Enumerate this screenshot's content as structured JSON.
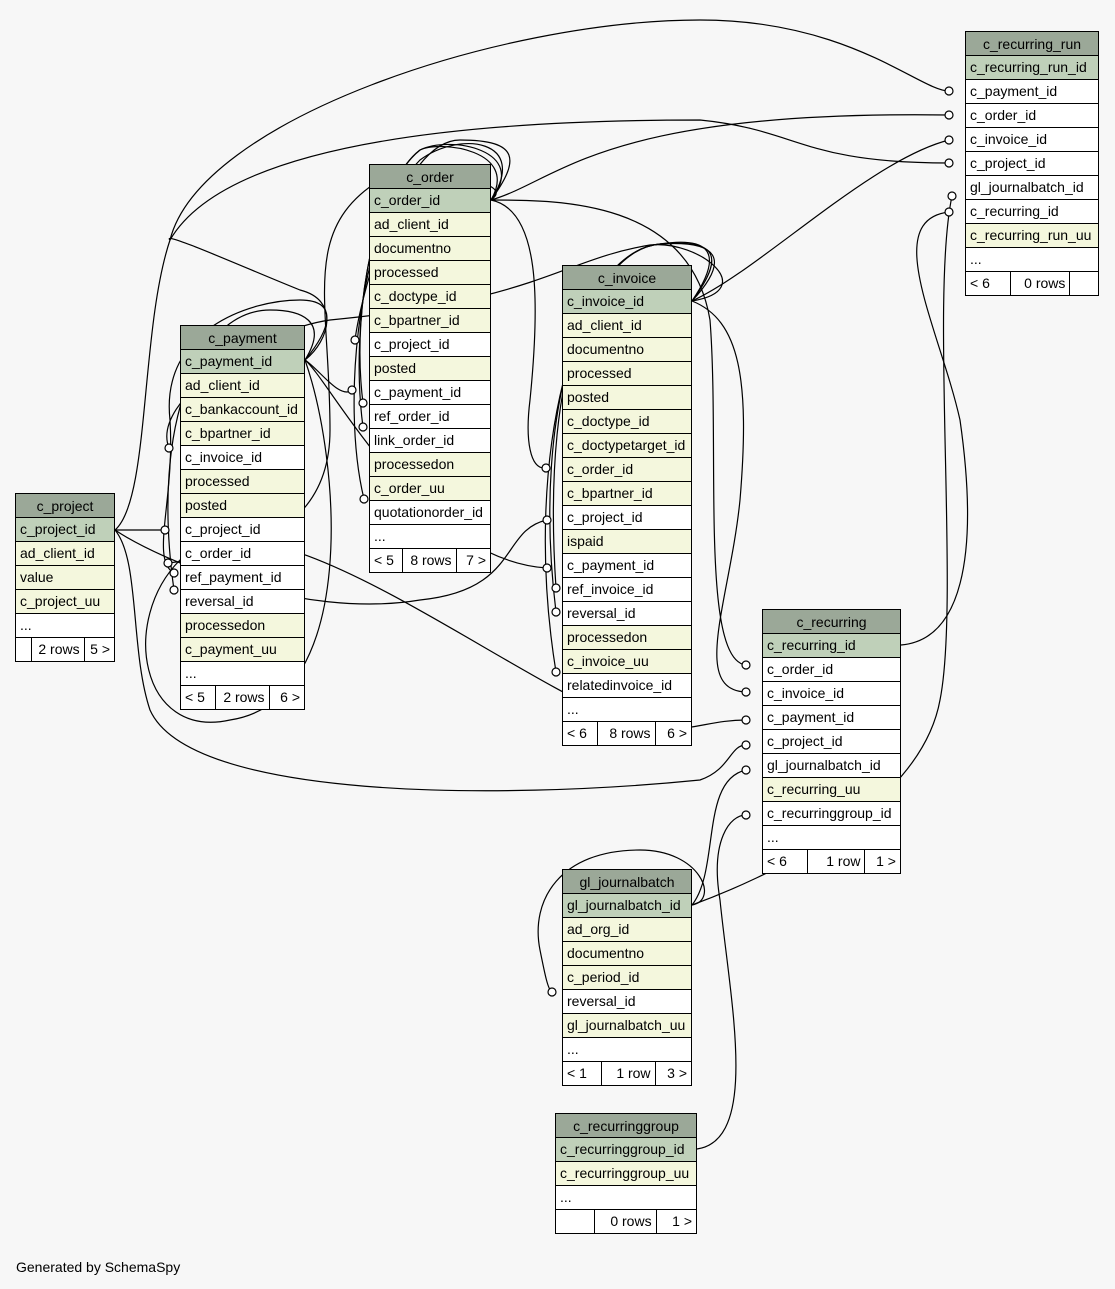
{
  "generator_label": "Generated by SchemaSpy",
  "tables": {
    "c_recurring_run": {
      "name": "c_recurring_run",
      "columns": [
        {
          "name": "c_recurring_run_id",
          "kind": "pk"
        },
        {
          "name": "c_payment_id",
          "kind": "fk"
        },
        {
          "name": "c_order_id",
          "kind": "fk"
        },
        {
          "name": "c_invoice_id",
          "kind": "fk"
        },
        {
          "name": "c_project_id",
          "kind": "fk"
        },
        {
          "name": "gl_journalbatch_id",
          "kind": "fk"
        },
        {
          "name": "c_recurring_id",
          "kind": "fk"
        },
        {
          "name": "c_recurring_run_uu",
          "kind": "attr"
        },
        {
          "name": "...",
          "kind": "more"
        }
      ],
      "footer": {
        "left": "< 6",
        "mid": "0 rows",
        "right": ""
      }
    },
    "c_order": {
      "name": "c_order",
      "columns": [
        {
          "name": "c_order_id",
          "kind": "pk"
        },
        {
          "name": "ad_client_id",
          "kind": "attr"
        },
        {
          "name": "documentno",
          "kind": "attr"
        },
        {
          "name": "processed",
          "kind": "attr"
        },
        {
          "name": "c_doctype_id",
          "kind": "attr"
        },
        {
          "name": "c_bpartner_id",
          "kind": "attr"
        },
        {
          "name": "c_project_id",
          "kind": "fk"
        },
        {
          "name": "posted",
          "kind": "attr"
        },
        {
          "name": "c_payment_id",
          "kind": "fk"
        },
        {
          "name": "ref_order_id",
          "kind": "fk"
        },
        {
          "name": "link_order_id",
          "kind": "fk"
        },
        {
          "name": "processedon",
          "kind": "attr"
        },
        {
          "name": "c_order_uu",
          "kind": "attr"
        },
        {
          "name": "quotationorder_id",
          "kind": "fk"
        },
        {
          "name": "...",
          "kind": "more"
        }
      ],
      "footer": {
        "left": "< 5",
        "mid": "8 rows",
        "right": "7 >"
      }
    },
    "c_invoice": {
      "name": "c_invoice",
      "columns": [
        {
          "name": "c_invoice_id",
          "kind": "pk"
        },
        {
          "name": "ad_client_id",
          "kind": "attr"
        },
        {
          "name": "documentno",
          "kind": "attr"
        },
        {
          "name": "processed",
          "kind": "attr"
        },
        {
          "name": "posted",
          "kind": "attr"
        },
        {
          "name": "c_doctype_id",
          "kind": "attr"
        },
        {
          "name": "c_doctypetarget_id",
          "kind": "attr"
        },
        {
          "name": "c_order_id",
          "kind": "attr"
        },
        {
          "name": "c_bpartner_id",
          "kind": "attr"
        },
        {
          "name": "c_project_id",
          "kind": "fk"
        },
        {
          "name": "ispaid",
          "kind": "attr"
        },
        {
          "name": "c_payment_id",
          "kind": "fk"
        },
        {
          "name": "ref_invoice_id",
          "kind": "fk"
        },
        {
          "name": "reversal_id",
          "kind": "fk"
        },
        {
          "name": "processedon",
          "kind": "attr"
        },
        {
          "name": "c_invoice_uu",
          "kind": "attr"
        },
        {
          "name": "relatedinvoice_id",
          "kind": "fk"
        },
        {
          "name": "...",
          "kind": "more"
        }
      ],
      "footer": {
        "left": "< 6",
        "mid": "8 rows",
        "right": "6 >"
      }
    },
    "c_payment": {
      "name": "c_payment",
      "columns": [
        {
          "name": "c_payment_id",
          "kind": "pk"
        },
        {
          "name": "ad_client_id",
          "kind": "attr"
        },
        {
          "name": "c_bankaccount_id",
          "kind": "attr"
        },
        {
          "name": "c_bpartner_id",
          "kind": "attr"
        },
        {
          "name": "c_invoice_id",
          "kind": "fk"
        },
        {
          "name": "processed",
          "kind": "attr"
        },
        {
          "name": "posted",
          "kind": "attr"
        },
        {
          "name": "c_project_id",
          "kind": "fk"
        },
        {
          "name": "c_order_id",
          "kind": "fk"
        },
        {
          "name": "ref_payment_id",
          "kind": "fk"
        },
        {
          "name": "reversal_id",
          "kind": "fk"
        },
        {
          "name": "processedon",
          "kind": "attr"
        },
        {
          "name": "c_payment_uu",
          "kind": "attr"
        },
        {
          "name": "...",
          "kind": "more"
        }
      ],
      "footer": {
        "left": "< 5",
        "mid": "2 rows",
        "right": "6 >"
      }
    },
    "c_project": {
      "name": "c_project",
      "columns": [
        {
          "name": "c_project_id",
          "kind": "pk"
        },
        {
          "name": "ad_client_id",
          "kind": "attr"
        },
        {
          "name": "value",
          "kind": "attr"
        },
        {
          "name": "c_project_uu",
          "kind": "attr"
        },
        {
          "name": "...",
          "kind": "more"
        }
      ],
      "footer": {
        "left": "",
        "mid": "2 rows",
        "right": "5 >"
      }
    },
    "c_recurring": {
      "name": "c_recurring",
      "columns": [
        {
          "name": "c_recurring_id",
          "kind": "pk"
        },
        {
          "name": "c_order_id",
          "kind": "fk"
        },
        {
          "name": "c_invoice_id",
          "kind": "fk"
        },
        {
          "name": "c_payment_id",
          "kind": "fk"
        },
        {
          "name": "c_project_id",
          "kind": "fk"
        },
        {
          "name": "gl_journalbatch_id",
          "kind": "fk"
        },
        {
          "name": "c_recurring_uu",
          "kind": "attr"
        },
        {
          "name": "c_recurringgroup_id",
          "kind": "fk"
        },
        {
          "name": "...",
          "kind": "more"
        }
      ],
      "footer": {
        "left": "< 6",
        "mid": "1 row",
        "right": "1 >"
      }
    },
    "gl_journalbatch": {
      "name": "gl_journalbatch",
      "columns": [
        {
          "name": "gl_journalbatch_id",
          "kind": "pk"
        },
        {
          "name": "ad_org_id",
          "kind": "attr"
        },
        {
          "name": "documentno",
          "kind": "attr"
        },
        {
          "name": "c_period_id",
          "kind": "attr"
        },
        {
          "name": "reversal_id",
          "kind": "fk"
        },
        {
          "name": "gl_journalbatch_uu",
          "kind": "attr"
        },
        {
          "name": "...",
          "kind": "more"
        }
      ],
      "footer": {
        "left": "< 1",
        "mid": "1 row",
        "right": "3 >"
      }
    },
    "c_recurringgroup": {
      "name": "c_recurringgroup",
      "columns": [
        {
          "name": "c_recurringgroup_id",
          "kind": "pk"
        },
        {
          "name": "c_recurringgroup_uu",
          "kind": "attr"
        },
        {
          "name": "...",
          "kind": "more"
        }
      ],
      "footer": {
        "left": "",
        "mid": "0 rows",
        "right": "1 >"
      }
    }
  },
  "relationships": [
    {
      "from": "c_payment.c_payment_id",
      "to": "c_recurring_run.c_payment_id"
    },
    {
      "from": "c_order.c_order_id",
      "to": "c_recurring_run.c_order_id"
    },
    {
      "from": "c_invoice.c_invoice_id",
      "to": "c_recurring_run.c_invoice_id"
    },
    {
      "from": "c_project.c_project_id",
      "to": "c_recurring_run.c_project_id"
    },
    {
      "from": "gl_journalbatch.gl_journalbatch_id",
      "to": "c_recurring_run.gl_journalbatch_id"
    },
    {
      "from": "c_recurring.c_recurring_id",
      "to": "c_recurring_run.c_recurring_id"
    },
    {
      "from": "c_project.c_project_id",
      "to": "c_order.c_project_id"
    },
    {
      "from": "c_payment.c_payment_id",
      "to": "c_order.c_payment_id"
    },
    {
      "from": "c_order.c_order_id",
      "to": "c_order.ref_order_id"
    },
    {
      "from": "c_order.c_order_id",
      "to": "c_order.link_order_id"
    },
    {
      "from": "c_order.c_order_id",
      "to": "c_order.quotationorder_id"
    },
    {
      "from": "c_order.c_order_id",
      "to": "c_invoice.c_order_id"
    },
    {
      "from": "c_project.c_project_id",
      "to": "c_invoice.c_project_id"
    },
    {
      "from": "c_payment.c_payment_id",
      "to": "c_invoice.c_payment_id"
    },
    {
      "from": "c_invoice.c_invoice_id",
      "to": "c_invoice.ref_invoice_id"
    },
    {
      "from": "c_invoice.c_invoice_id",
      "to": "c_invoice.reversal_id"
    },
    {
      "from": "c_invoice.c_invoice_id",
      "to": "c_invoice.relatedinvoice_id"
    },
    {
      "from": "c_invoice.c_invoice_id",
      "to": "c_payment.c_invoice_id"
    },
    {
      "from": "c_project.c_project_id",
      "to": "c_payment.c_project_id"
    },
    {
      "from": "c_order.c_order_id",
      "to": "c_payment.c_order_id"
    },
    {
      "from": "c_payment.c_payment_id",
      "to": "c_payment.ref_payment_id"
    },
    {
      "from": "c_payment.c_payment_id",
      "to": "c_payment.reversal_id"
    },
    {
      "from": "c_order.c_order_id",
      "to": "c_recurring.c_order_id"
    },
    {
      "from": "c_invoice.c_invoice_id",
      "to": "c_recurring.c_invoice_id"
    },
    {
      "from": "c_payment.c_payment_id",
      "to": "c_recurring.c_payment_id"
    },
    {
      "from": "c_project.c_project_id",
      "to": "c_recurring.c_project_id"
    },
    {
      "from": "gl_journalbatch.gl_journalbatch_id",
      "to": "c_recurring.gl_journalbatch_id"
    },
    {
      "from": "c_recurringgroup.c_recurringgroup_id",
      "to": "c_recurring.c_recurringgroup_id"
    },
    {
      "from": "gl_journalbatch.gl_journalbatch_id",
      "to": "gl_journalbatch.reversal_id"
    }
  ]
}
